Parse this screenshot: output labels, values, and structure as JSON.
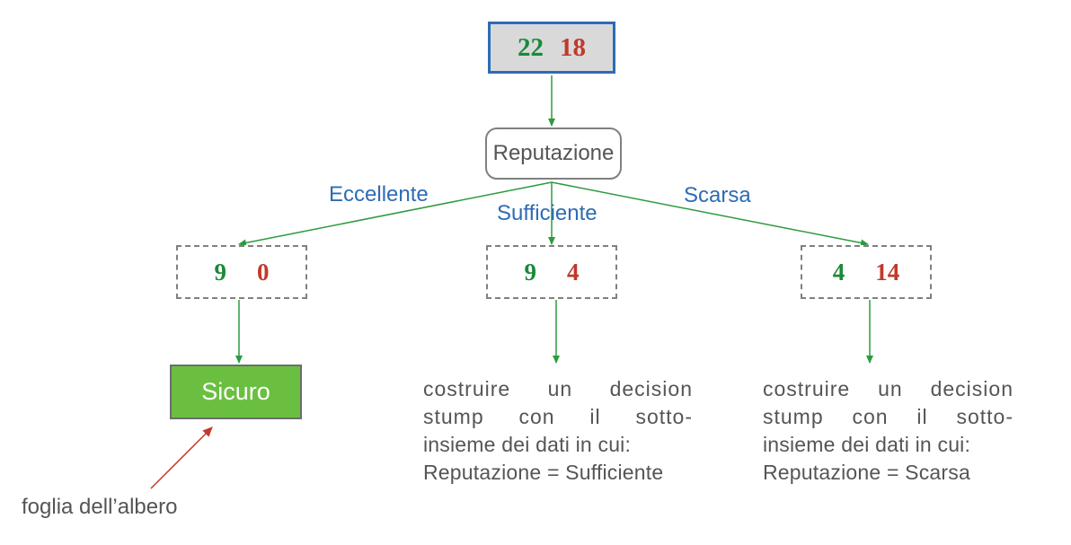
{
  "root": {
    "positive": "22",
    "negative": "18"
  },
  "attribute": "Reputazione",
  "branches": [
    {
      "label": "Eccellente",
      "positive": "9",
      "negative": "0"
    },
    {
      "label": "Sufficiente",
      "positive": "9",
      "negative": "4"
    },
    {
      "label": "Scarsa",
      "positive": "4",
      "negative": "14"
    }
  ],
  "leaf": {
    "label": "Sicuro",
    "caption": "foglia dell’albero"
  },
  "notes": [
    {
      "lines": [
        "costruire un decision",
        "stump con il sotto-",
        "insieme dei dati in cui:",
        "Reputazione = Sufficiente"
      ]
    },
    {
      "lines": [
        "costruire un decision",
        "stump con il sotto-",
        "insieme dei dati in cui:",
        "Reputazione = Scarsa"
      ]
    }
  ],
  "colors": {
    "positive": "#1a8a3a",
    "negative": "#c0392b",
    "edge": "#2e9a3e",
    "branch_label": "#2e6bb5",
    "leaf_fill": "#6abf40",
    "pointer": "#c0392b"
  }
}
